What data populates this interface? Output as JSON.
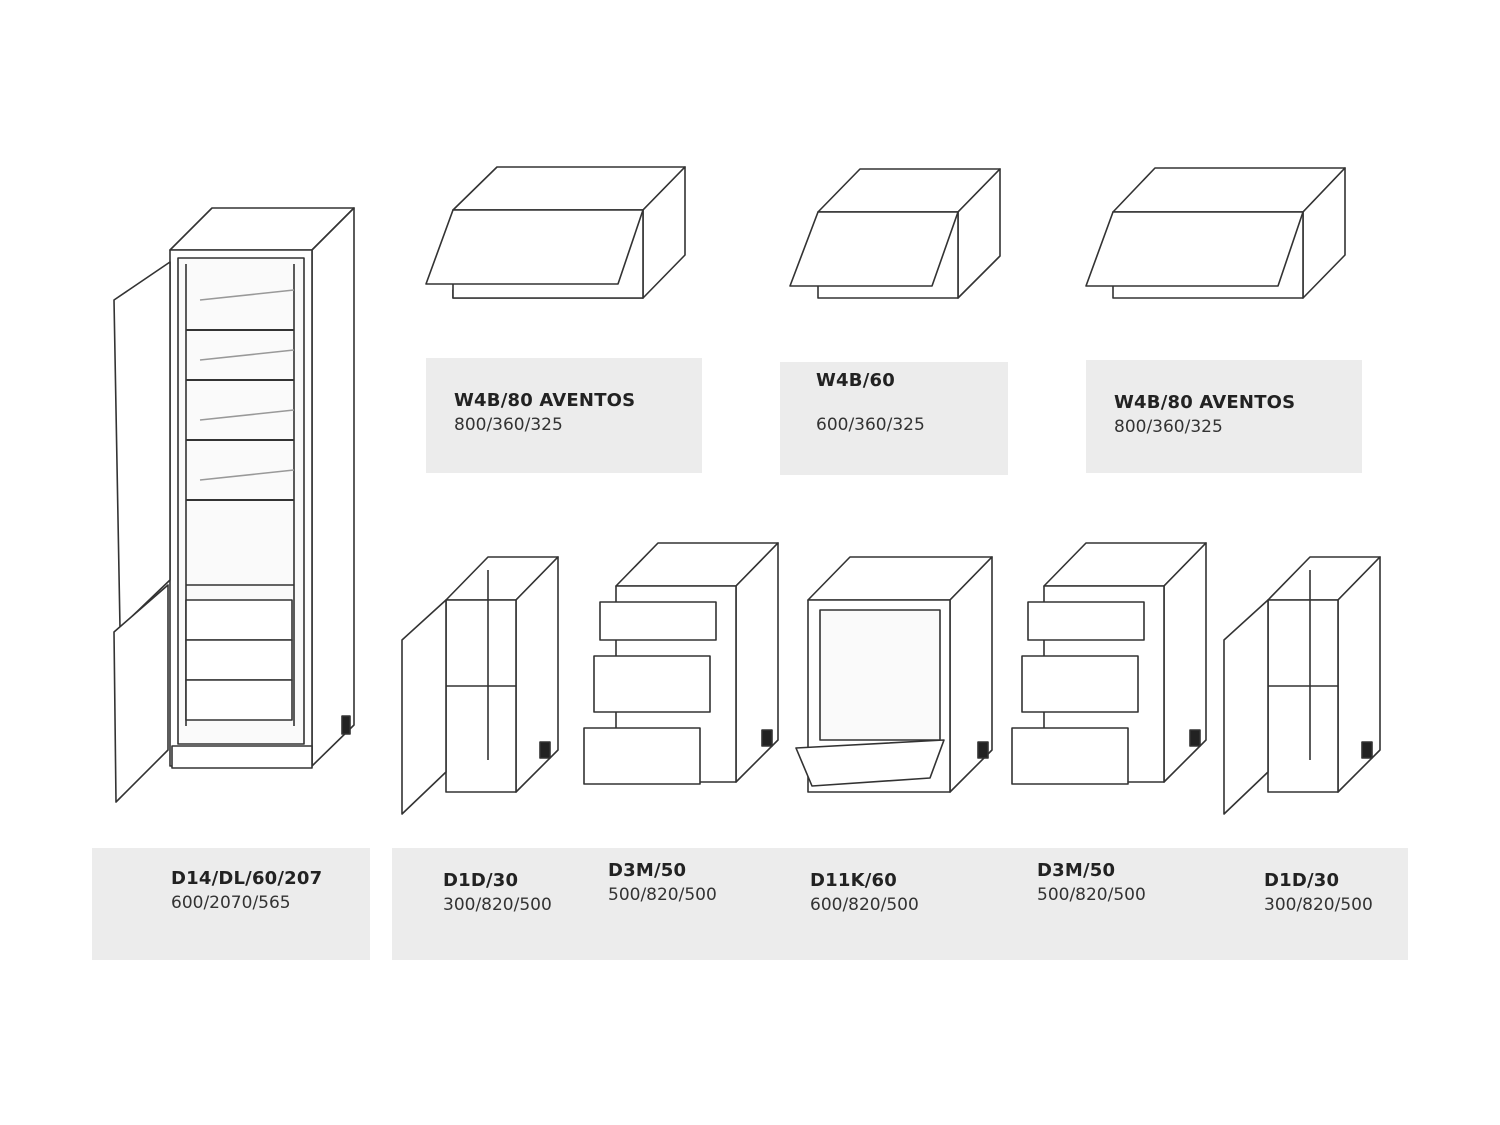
{
  "wall_units": [
    {
      "code": "W4B/80 AVENTOS",
      "dims": "800/360/325"
    },
    {
      "code": "W4B/60",
      "dims": "600/360/325"
    },
    {
      "code": "W4B/80 AVENTOS",
      "dims": "800/360/325"
    }
  ],
  "tall_unit": {
    "code": "D14/DL/60/207",
    "dims": "600/2070/565"
  },
  "base_units": [
    {
      "code": "D1D/30",
      "dims": "300/820/500"
    },
    {
      "code": "D3M/50",
      "dims": "500/820/500"
    },
    {
      "code": "D11K/60",
      "dims": "600/820/500"
    },
    {
      "code": "D3M/50",
      "dims": "500/820/500"
    },
    {
      "code": "D1D/30",
      "dims": "300/820/500"
    }
  ]
}
